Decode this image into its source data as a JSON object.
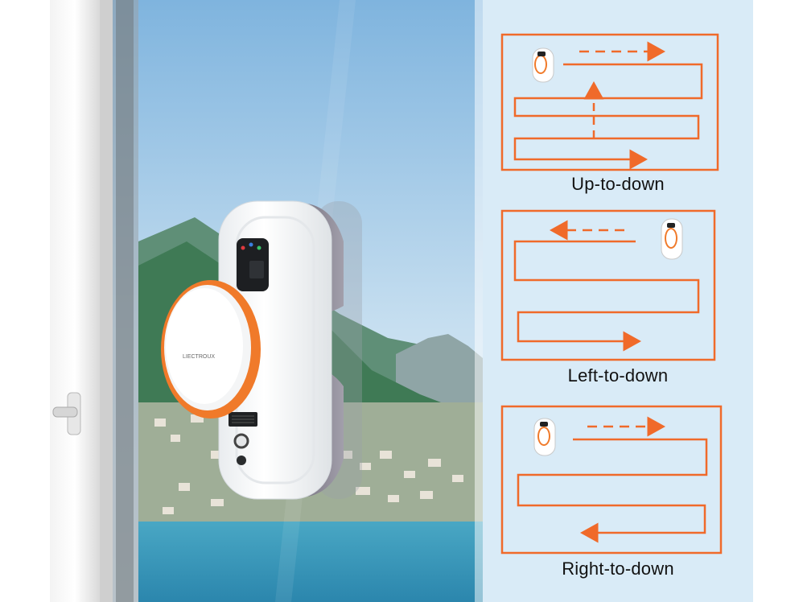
{
  "photo": {
    "brand_label": "LIECTROUX",
    "robot_color": "#ffffff",
    "ring_color": "#f07a2a"
  },
  "diagrams": [
    {
      "label": "Up-to-down"
    },
    {
      "label": "Left-to-down"
    },
    {
      "label": "Right-to-down"
    }
  ],
  "colors": {
    "accent": "#f06a2a",
    "panel_bg": "#d9ebf7",
    "text": "#111111"
  }
}
